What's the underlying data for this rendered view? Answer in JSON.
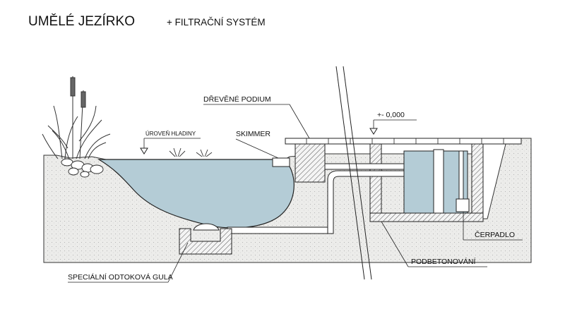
{
  "title": "UMĚLÉ JEZÍRKO",
  "subtitle": "+ FILTRAČNÍ SYSTÉM",
  "labels": {
    "water_level": "ÚROVEŇ HLADINY",
    "wooden_deck": "DŘEVĚNÉ PODIUM",
    "skimmer": "SKIMMER",
    "elevation": "+- 0,000",
    "pump": "ČERPADLO",
    "concrete_base": "PODBETONOVÁNÍ",
    "drain": "SPECIÁLNÍ ODTOKOVÁ GULA"
  },
  "colors": {
    "water": "#b4ccd6",
    "soil": "#ebebe8",
    "line": "#222222"
  }
}
